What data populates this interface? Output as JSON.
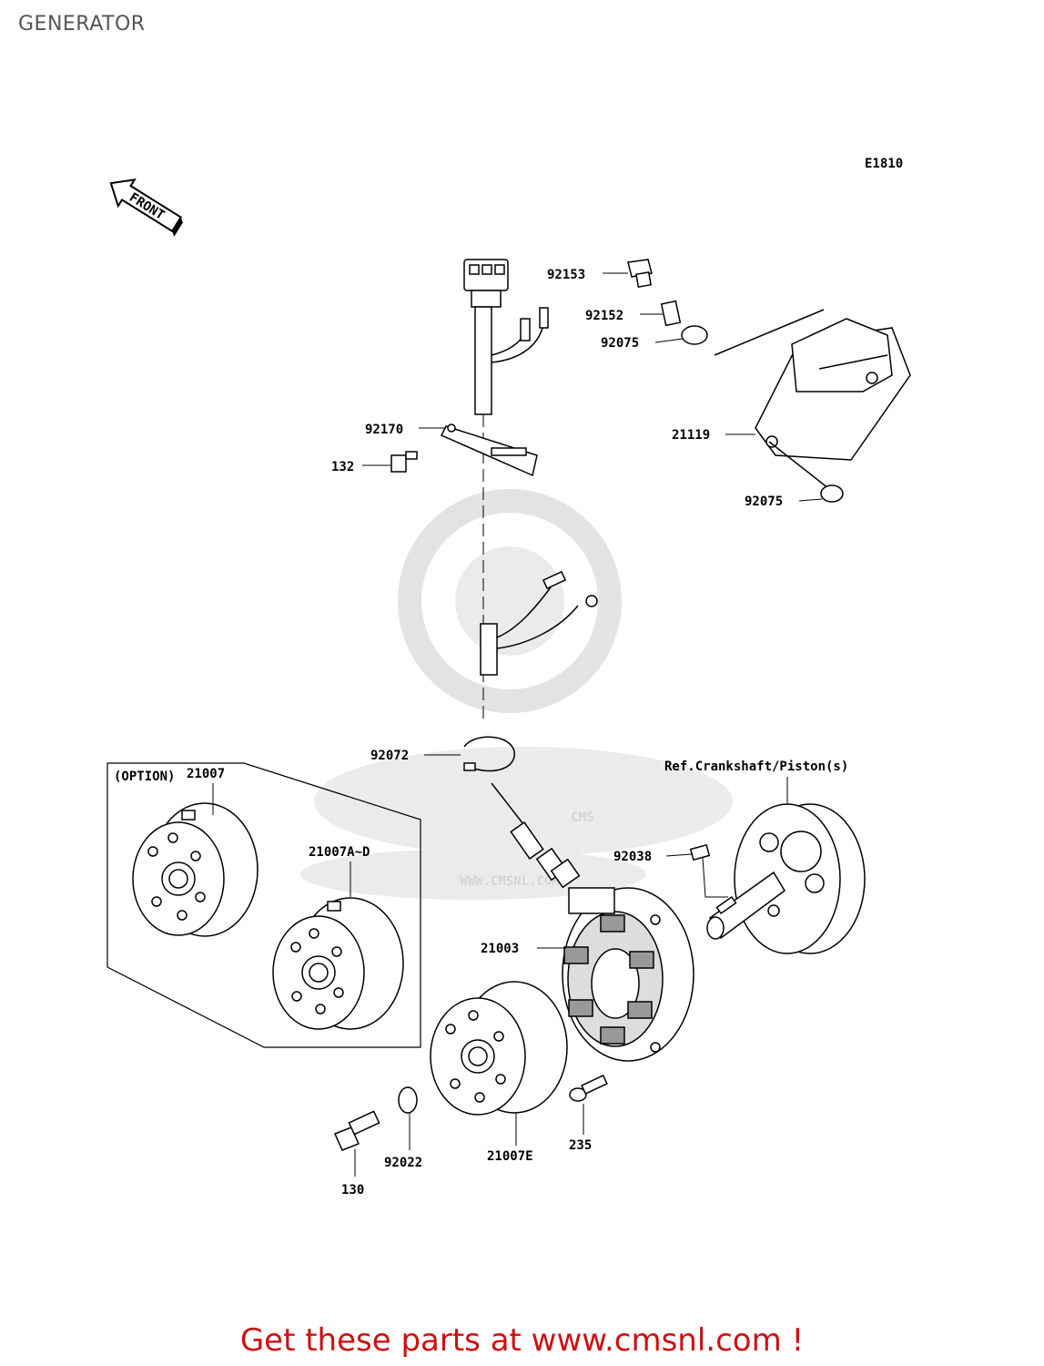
{
  "page": {
    "title": "GENERATOR"
  },
  "diagram": {
    "code": "E1810",
    "front_label": "FRONT",
    "option_label": "(OPTION)",
    "ref_note": "Ref.Crankshaft/Piston(s)",
    "callouts": {
      "p92153": "92153",
      "p92152": "92152",
      "p92075a": "92075",
      "p21119": "21119",
      "p92075b": "92075",
      "p92170": "92170",
      "p132": "132",
      "p92072": "92072",
      "p21007": "21007",
      "p21007ad": "21007A~D",
      "p92038": "92038",
      "p21003": "21003",
      "p235": "235",
      "p92022": "92022",
      "p21007e": "21007E",
      "p130": "130"
    }
  },
  "watermark": {
    "brand": "CMS",
    "url": "WWW.CMSNL.COM"
  },
  "footer": {
    "link_text": "Get these parts at www.cmsnl.com !"
  }
}
